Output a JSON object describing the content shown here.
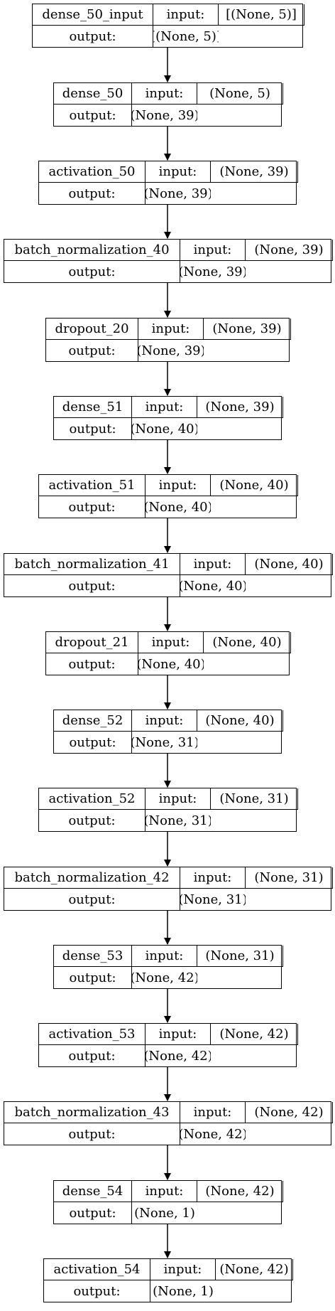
{
  "labels": {
    "input": "input:",
    "output": "output:"
  },
  "nodes": [
    {
      "name": "dense_50_input",
      "type": "InputLayer",
      "in": "[(None, 5)]",
      "out": "[(None, 5)]"
    },
    {
      "name": "dense_50",
      "type": "Dense",
      "in": "(None, 5)",
      "out": "(None, 39)"
    },
    {
      "name": "activation_50",
      "type": "Activation",
      "in": "(None, 39)",
      "out": "(None, 39)"
    },
    {
      "name": "batch_normalization_40",
      "type": "BatchNormalization",
      "in": "(None, 39)",
      "out": "(None, 39)"
    },
    {
      "name": "dropout_20",
      "type": "Dropout",
      "in": "(None, 39)",
      "out": "(None, 39)"
    },
    {
      "name": "dense_51",
      "type": "Dense",
      "in": "(None, 39)",
      "out": "(None, 40)"
    },
    {
      "name": "activation_51",
      "type": "Activation",
      "in": "(None, 40)",
      "out": "(None, 40)"
    },
    {
      "name": "batch_normalization_41",
      "type": "BatchNormalization",
      "in": "(None, 40)",
      "out": "(None, 40)"
    },
    {
      "name": "dropout_21",
      "type": "Dropout",
      "in": "(None, 40)",
      "out": "(None, 40)"
    },
    {
      "name": "dense_52",
      "type": "Dense",
      "in": "(None, 40)",
      "out": "(None, 31)"
    },
    {
      "name": "activation_52",
      "type": "Activation",
      "in": "(None, 31)",
      "out": "(None, 31)"
    },
    {
      "name": "batch_normalization_42",
      "type": "BatchNormalization",
      "in": "(None, 31)",
      "out": "(None, 31)"
    },
    {
      "name": "dense_53",
      "type": "Dense",
      "in": "(None, 31)",
      "out": "(None, 42)"
    },
    {
      "name": "activation_53",
      "type": "Activation",
      "in": "(None, 42)",
      "out": "(None, 42)"
    },
    {
      "name": "batch_normalization_43",
      "type": "BatchNormalization",
      "in": "(None, 42)",
      "out": "(None, 42)"
    },
    {
      "name": "dense_54",
      "type": "Dense",
      "in": "(None, 42)",
      "out": "(None, 1)"
    },
    {
      "name": "activation_54",
      "type": "Activation",
      "in": "(None, 42)",
      "out": "(None, 1)"
    }
  ]
}
